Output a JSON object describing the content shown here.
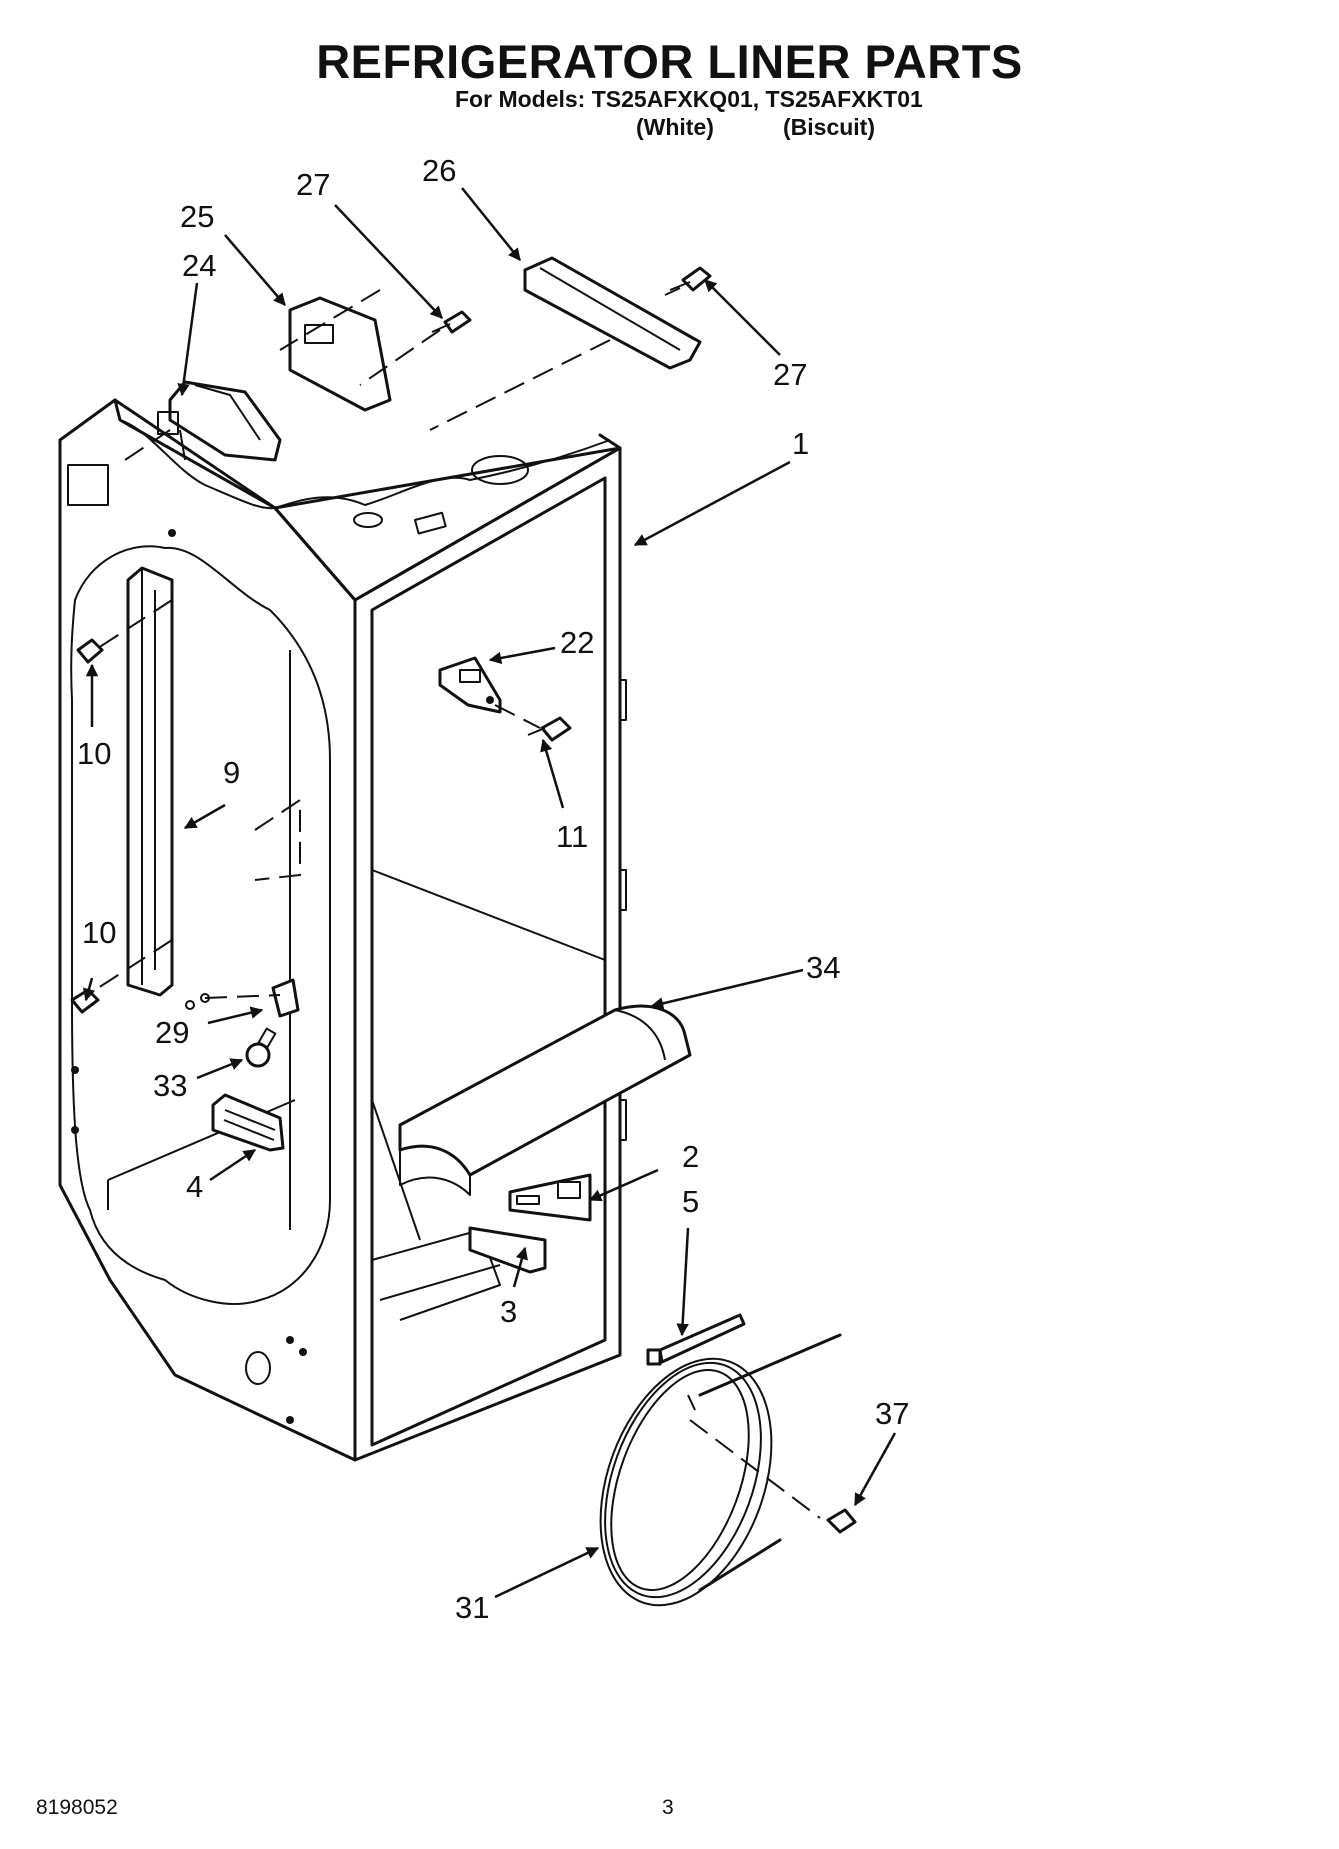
{
  "title": "REFRIGERATOR LINER PARTS",
  "models_line": "For Models: TS25AFXKQ01, TS25AFXKT01",
  "variants": [
    {
      "label": "(White)"
    },
    {
      "label": "(Biscuit)"
    }
  ],
  "callouts": [
    {
      "id": "1"
    },
    {
      "id": "2"
    },
    {
      "id": "3"
    },
    {
      "id": "4"
    },
    {
      "id": "5"
    },
    {
      "id": "9"
    },
    {
      "id": "10"
    },
    {
      "id": "10"
    },
    {
      "id": "11"
    },
    {
      "id": "22"
    },
    {
      "id": "24"
    },
    {
      "id": "25"
    },
    {
      "id": "26"
    },
    {
      "id": "27"
    },
    {
      "id": "27"
    },
    {
      "id": "29"
    },
    {
      "id": "31"
    },
    {
      "id": "33"
    },
    {
      "id": "34"
    },
    {
      "id": "37"
    }
  ],
  "footer": {
    "doc_number": "8198052",
    "page_number": "3"
  }
}
